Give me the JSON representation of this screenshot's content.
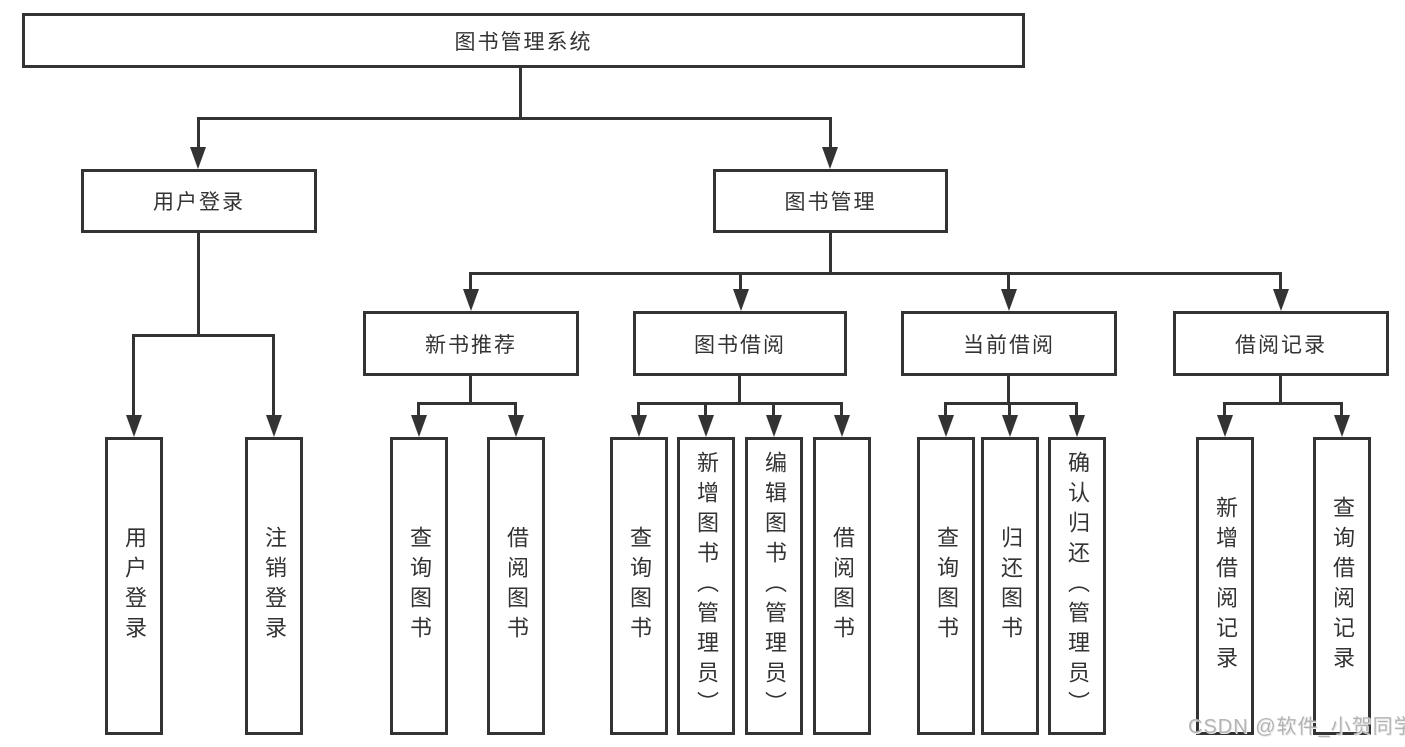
{
  "diagram": {
    "type": "tree",
    "root": {
      "label": "图书管理系统",
      "children": [
        {
          "label": "用户登录",
          "children": [
            {
              "label": "用户登录"
            },
            {
              "label": "注销登录"
            }
          ]
        },
        {
          "label": "图书管理",
          "children": [
            {
              "label": "新书推荐",
              "children": [
                {
                  "label": "查询图书"
                },
                {
                  "label": "借阅图书"
                }
              ]
            },
            {
              "label": "图书借阅",
              "children": [
                {
                  "label": "查询图书"
                },
                {
                  "label": "新增图书（管理员）"
                },
                {
                  "label": "编辑图书（管理员）"
                },
                {
                  "label": "借阅图书"
                }
              ]
            },
            {
              "label": "当前借阅",
              "children": [
                {
                  "label": "查询图书"
                },
                {
                  "label": "归还图书"
                },
                {
                  "label": "确认归还（管理员）"
                }
              ]
            },
            {
              "label": "借阅记录",
              "children": [
                {
                  "label": "新增借阅记录"
                },
                {
                  "label": "查询借阅记录"
                }
              ]
            }
          ]
        }
      ]
    }
  },
  "watermark": {
    "text": "CSDN @软件_小贺同学"
  },
  "colors": {
    "line": "#333333",
    "box_fill": "#ffffff",
    "text": "#333333",
    "watermark": "#b4b4b4"
  }
}
